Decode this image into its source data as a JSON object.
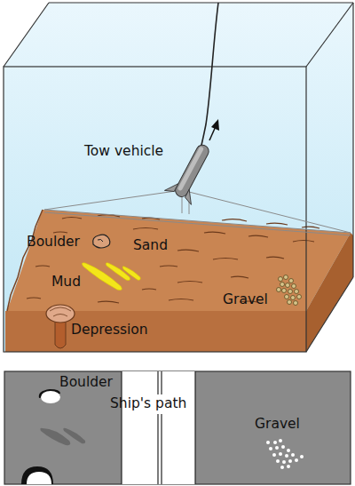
{
  "diagram": {
    "labels": [
      "Tow vehicle",
      "Boulder",
      "Sand",
      "Mud",
      "Gravel",
      "Depression",
      "Boulder",
      "Ship's path",
      "Gravel"
    ]
  }
}
